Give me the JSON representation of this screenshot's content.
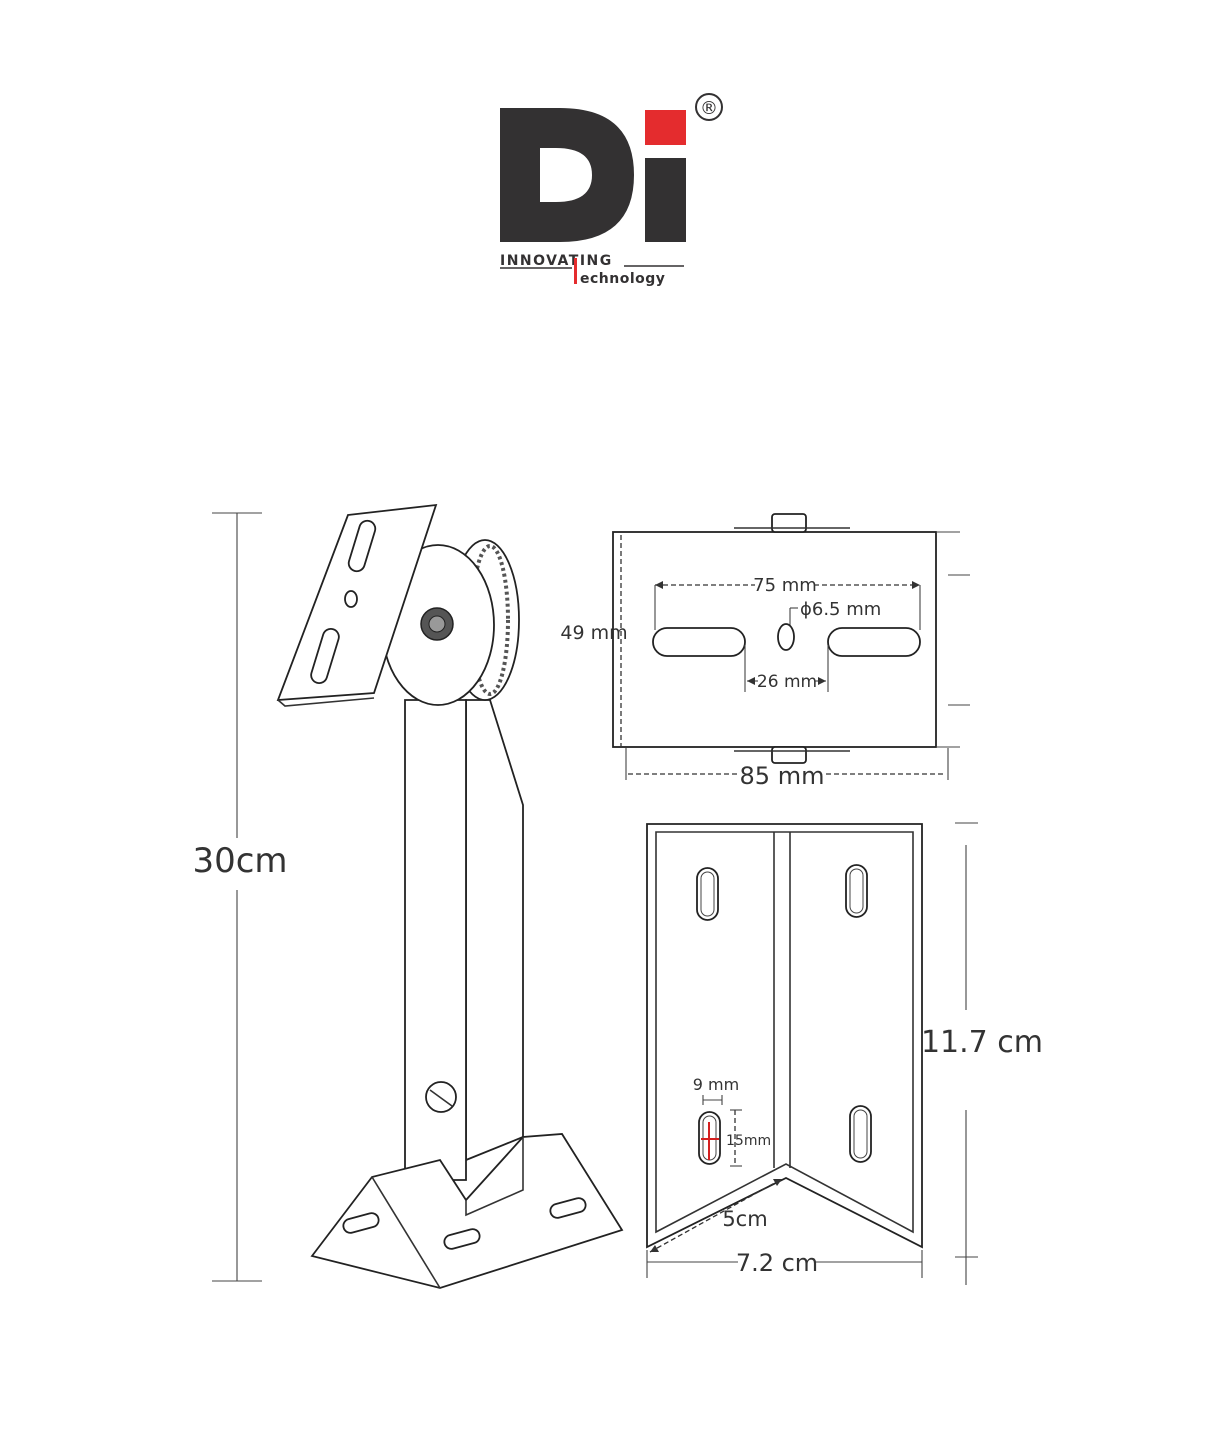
{
  "brand": {
    "logo_text": "Di",
    "registered_mark": "®",
    "tagline_top": "INNOVATING",
    "tagline_bottom": "echnology",
    "colors": {
      "dark": "#333132",
      "red": "#e42c2e"
    }
  },
  "dimensions": {
    "total_height": "30cm",
    "plate_height": "49 mm",
    "slot_spacing": "75 mm",
    "center_hole": "ϕ6.5 mm",
    "inner_gap": "26 mm",
    "plate_width": "85 mm",
    "base_height": "11.7 cm",
    "slot_width": "9 mm",
    "slot_length": "15mm",
    "base_depth": "5cm",
    "base_width": "7.2 cm"
  }
}
